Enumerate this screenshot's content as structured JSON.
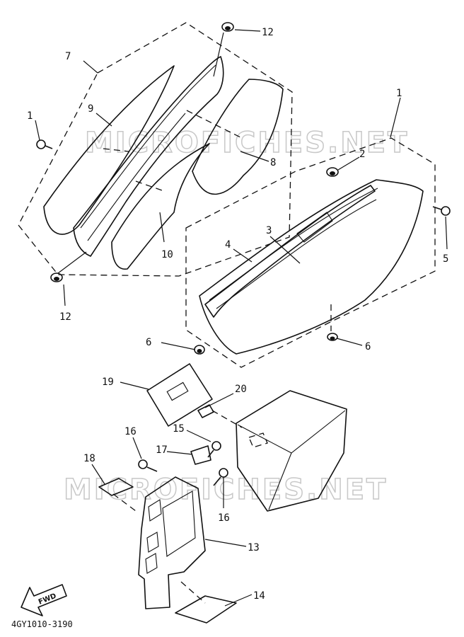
{
  "watermark": "MICROFICHES.NET",
  "diagram_code": "4GY1010-3190",
  "fwd_label": "FWD",
  "callouts": [
    {
      "id": "c1a",
      "label": "1"
    },
    {
      "id": "c1b",
      "label": "1"
    },
    {
      "id": "c2",
      "label": "2"
    },
    {
      "id": "c3",
      "label": "3"
    },
    {
      "id": "c4",
      "label": "4"
    },
    {
      "id": "c5",
      "label": "5"
    },
    {
      "id": "c6a",
      "label": "6"
    },
    {
      "id": "c6b",
      "label": "6"
    },
    {
      "id": "c7",
      "label": "7"
    },
    {
      "id": "c8",
      "label": "8"
    },
    {
      "id": "c9",
      "label": "9"
    },
    {
      "id": "c10",
      "label": "10"
    },
    {
      "id": "c12a",
      "label": "12"
    },
    {
      "id": "c12b",
      "label": "12"
    },
    {
      "id": "c13",
      "label": "13"
    },
    {
      "id": "c14",
      "label": "14"
    },
    {
      "id": "c15",
      "label": "15"
    },
    {
      "id": "c16a",
      "label": "16"
    },
    {
      "id": "c16b",
      "label": "16"
    },
    {
      "id": "c17",
      "label": "17"
    },
    {
      "id": "c18",
      "label": "18"
    },
    {
      "id": "c19",
      "label": "19"
    },
    {
      "id": "c20",
      "label": "20"
    }
  ]
}
